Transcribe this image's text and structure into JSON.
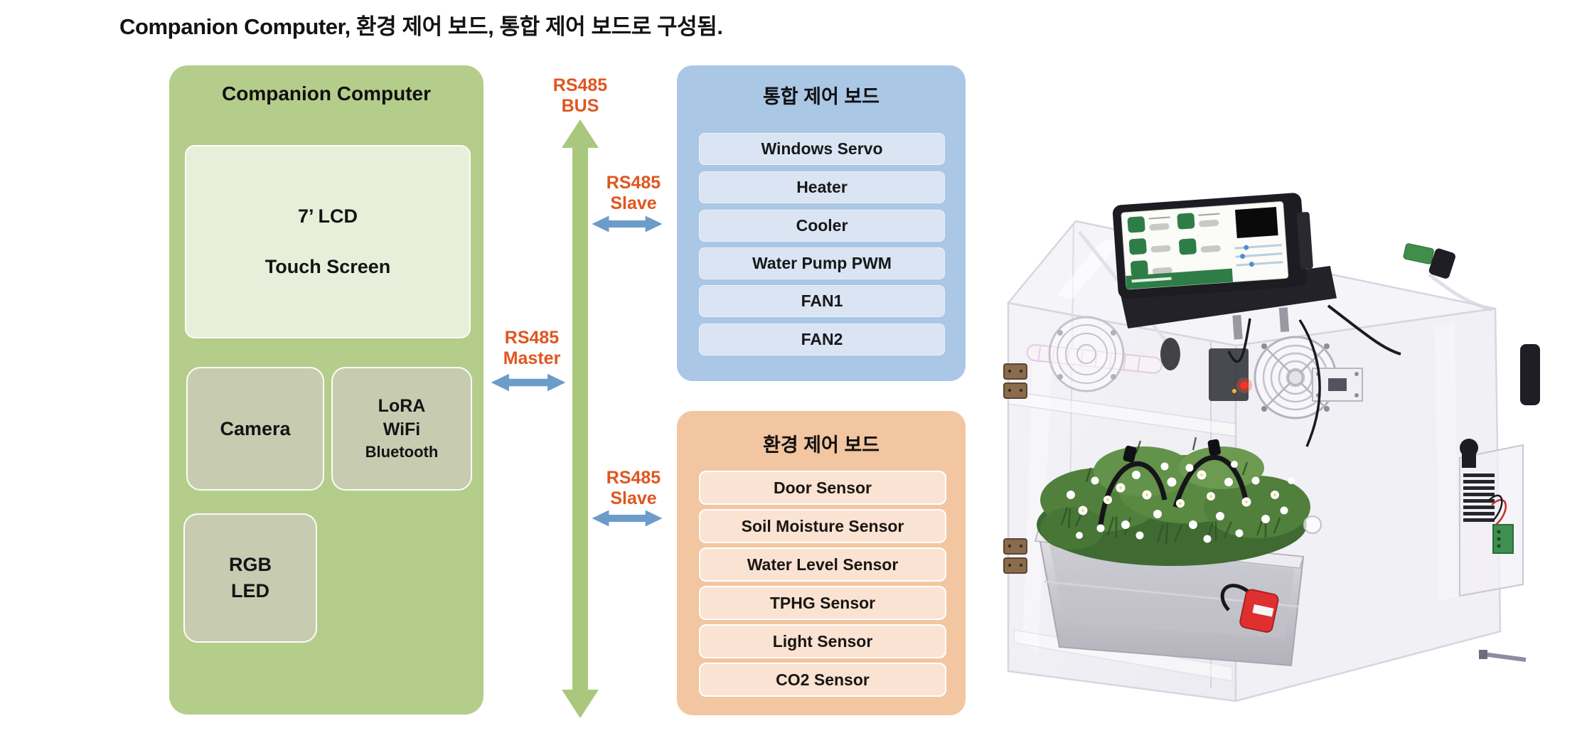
{
  "title": "Companion Computer, 환경 제어 보드, 통합 제어 보드로 구성됨.",
  "companion": {
    "title": "Companion Computer",
    "lcd_line1": "7’ LCD",
    "lcd_line2": "Touch Screen",
    "camera": "Camera",
    "lora_line1": "LoRA",
    "lora_line2": "WiFi",
    "lora_line3": "Bluetooth",
    "rgb_line1": "RGB",
    "rgb_line2": "LED"
  },
  "bus": {
    "bus_line1": "RS485",
    "bus_line2": "BUS",
    "slave_top_line1": "RS485",
    "slave_top_line2": "Slave",
    "master_line1": "RS485",
    "master_line2": "Master",
    "slave_bottom_line1": "RS485",
    "slave_bottom_line2": "Slave"
  },
  "integrated_board": {
    "title": "통합 제어 보드",
    "items": [
      "Windows Servo",
      "Heater",
      "Cooler",
      "Water Pump PWM",
      "FAN1",
      "FAN2"
    ]
  },
  "env_board": {
    "title": "환경 제어 보드",
    "items": [
      "Door Sensor",
      "Soil Moisture Sensor",
      "Water Level Sensor",
      "TPHG Sensor",
      "Light Sensor",
      "CO2 Sensor"
    ]
  },
  "photo": {
    "alt": "Transparent acrylic smart-farm chamber with control panel, fans and white flowering plants"
  },
  "colors": {
    "companion_box": "#b4cd8b",
    "companion_inner": "#e7eed9",
    "companion_module": "#c7ccb1",
    "integrated_box": "#abc7e6",
    "integrated_row": "#dbe4f2",
    "env_box": "#f2c6a1",
    "env_row": "#fae3d2",
    "bus_arrow_green": "#a9c87d",
    "link_arrow_blue": "#6c9cca",
    "bus_label_orange": "#e0561f",
    "text": "#141414"
  }
}
